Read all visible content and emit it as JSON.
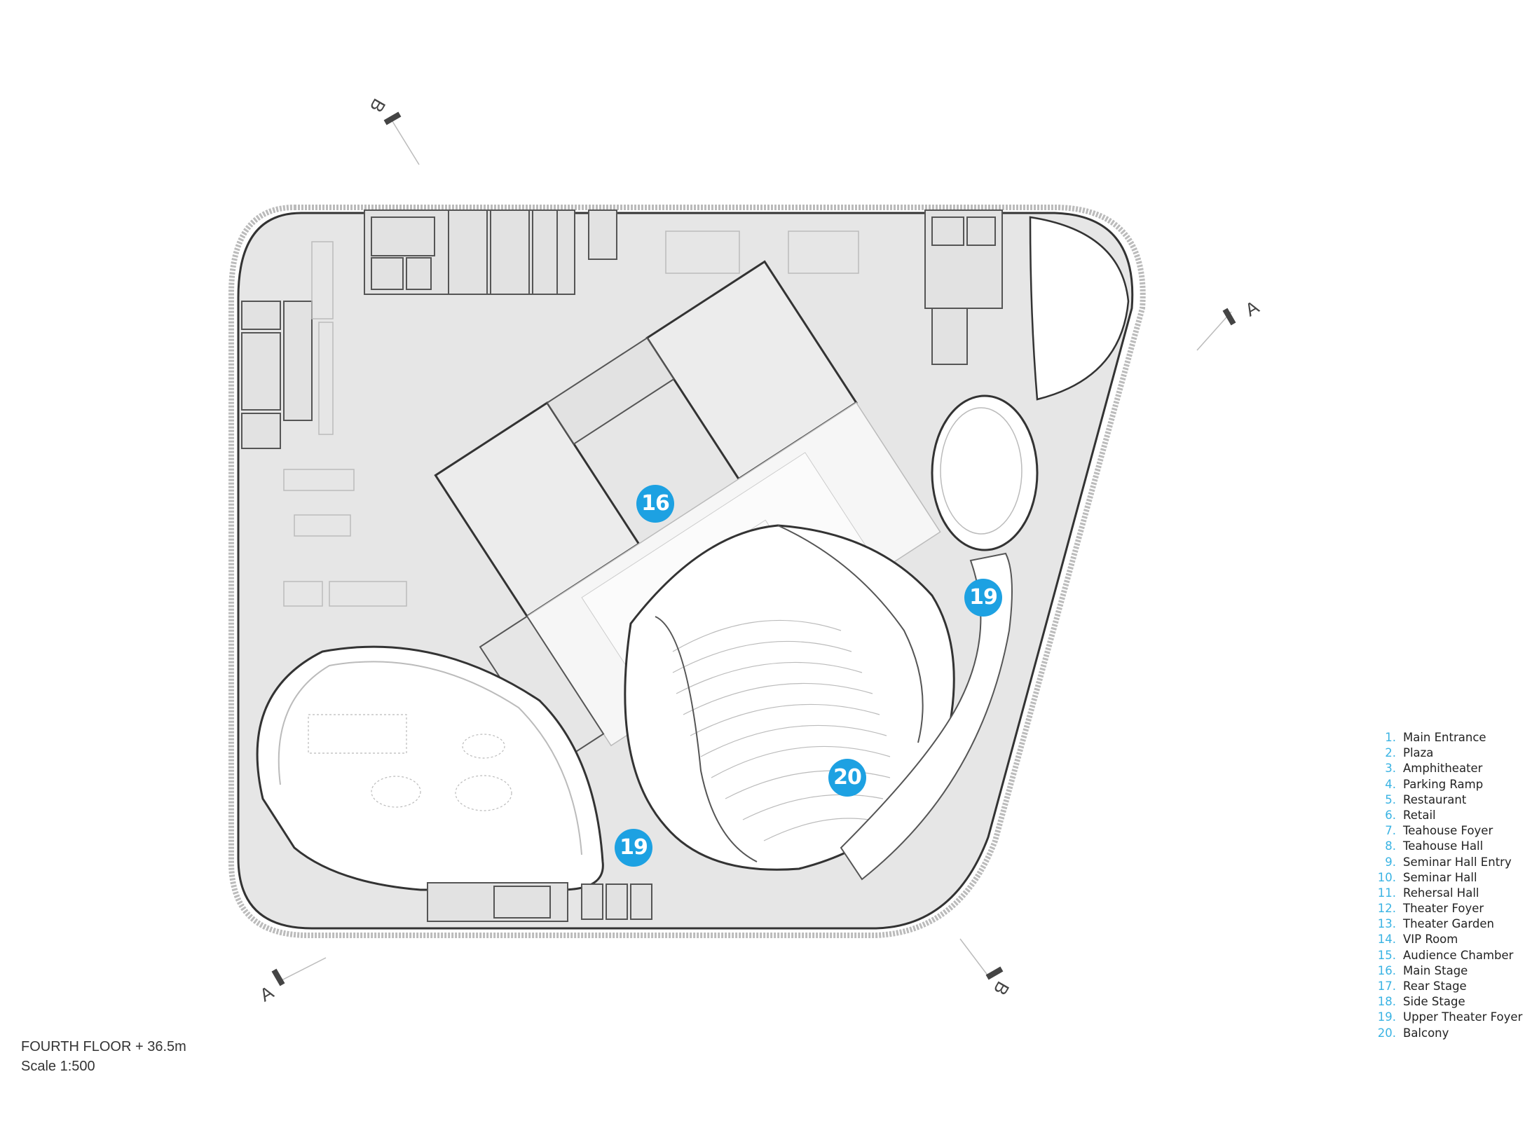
{
  "drawing": {
    "title": "FOURTH FLOOR + 36.5m",
    "scale": "Scale 1:500"
  },
  "colors": {
    "accent": "#1da1e2",
    "legend_number": "#39b3e3",
    "floor_fill": "#e6e6e6",
    "wall": "#444444",
    "open_space": "#ffffff"
  },
  "markers": [
    {
      "number": "16",
      "label": "Main Stage"
    },
    {
      "number": "19",
      "label": "Upper Theater Foyer"
    },
    {
      "number": "19",
      "label": "Upper Theater Foyer"
    },
    {
      "number": "20",
      "label": "Balcony"
    }
  ],
  "section_marks": [
    {
      "letter": "B",
      "position": "top-left"
    },
    {
      "letter": "A",
      "position": "top-right"
    },
    {
      "letter": "A",
      "position": "bottom-left"
    },
    {
      "letter": "B",
      "position": "bottom-right"
    }
  ],
  "legend": {
    "items": [
      {
        "num": "1.",
        "label": "Main Entrance"
      },
      {
        "num": "2.",
        "label": "Plaza"
      },
      {
        "num": "3.",
        "label": "Amphitheater"
      },
      {
        "num": "4.",
        "label": "Parking Ramp"
      },
      {
        "num": "5.",
        "label": "Restaurant"
      },
      {
        "num": "6.",
        "label": "Retail"
      },
      {
        "num": "7.",
        "label": "Teahouse Foyer"
      },
      {
        "num": "8.",
        "label": "Teahouse Hall"
      },
      {
        "num": "9.",
        "label": "Seminar Hall Entry"
      },
      {
        "num": "10.",
        "label": "Seminar Hall"
      },
      {
        "num": "11.",
        "label": "Rehersal Hall"
      },
      {
        "num": "12.",
        "label": "Theater Foyer"
      },
      {
        "num": "13.",
        "label": "Theater Garden"
      },
      {
        "num": "14.",
        "label": "VIP Room"
      },
      {
        "num": "15.",
        "label": "Audience Chamber"
      },
      {
        "num": "16.",
        "label": "Main Stage"
      },
      {
        "num": "17.",
        "label": "Rear Stage"
      },
      {
        "num": "18.",
        "label": "Side Stage"
      },
      {
        "num": "19.",
        "label": "Upper Theater Foyer"
      },
      {
        "num": "20.",
        "label": "Balcony"
      }
    ]
  }
}
